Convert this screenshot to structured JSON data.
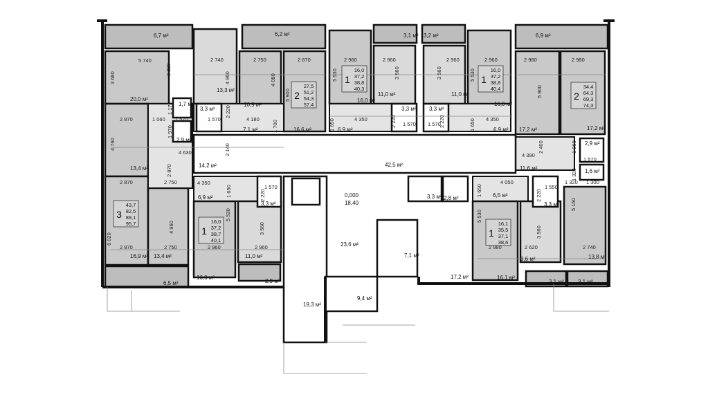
{
  "plan": {
    "level": {
      "elevation": "0,000",
      "height": "18,40"
    },
    "apartments": [
      {
        "rooms": "3",
        "values": [
          "43,7",
          "82,5",
          "89,1",
          "95,7"
        ]
      },
      {
        "rooms": "2",
        "values": [
          "27,5",
          "51,2",
          "54,3",
          "57,4"
        ]
      },
      {
        "rooms": "1",
        "values": [
          "16,0",
          "37,2",
          "38,8",
          "40,3"
        ]
      },
      {
        "rooms": "1",
        "values": [
          "16,0",
          "37,2",
          "38,8",
          "40,4"
        ]
      },
      {
        "rooms": "2",
        "values": [
          "34,4",
          "64,3",
          "69,3",
          "74,3"
        ]
      },
      {
        "rooms": "1",
        "values": [
          "16,0",
          "37,2",
          "38,7",
          "40,1"
        ]
      },
      {
        "rooms": "1",
        "values": [
          "16,1",
          "35,5",
          "37,1",
          "38,6"
        ]
      }
    ],
    "areas": [
      "6,7 м²",
      "20,0 м²",
      "1,7 м²",
      "2,9 м²",
      "13,4 м²",
      "14,2 м²",
      "13,4 м²",
      "16,9 м²",
      "6,5 м²",
      "6,2 м²",
      "13,3 м²",
      "10,9 м²",
      "3,3 м²",
      "7,1 м²",
      "16,6 м²",
      "3,1 м²",
      "16,0 м²",
      "11,0 м²",
      "3,3 м²",
      "6,9 м²",
      "3,2 м²",
      "3,3 м²",
      "11,0 м²",
      "16,0 м²",
      "6,9 м²",
      "6,9 м²",
      "17,2 м²",
      "17,2 м²",
      "2,9 м²",
      "11,6 м²",
      "1,6 м²",
      "42,5 м²",
      "6,9 м²",
      "3,3 м²",
      "16,0 м²",
      "11,0 м²",
      "2,9 м²",
      "23,6 м²",
      "19,3 м²",
      "9,4 м²",
      "7,1 м²",
      "3,3 м²",
      "2,8 м²",
      "17,2 м²",
      "6,5 м²",
      "3,3 м²",
      "16,1 м²",
      "9,6 м²",
      "3,1 м²",
      "3,1 м²",
      "13,8 м²"
    ],
    "dimensions": [
      "5 740",
      "3 220",
      "3 680",
      "2 870",
      "1 060",
      "1 570",
      "1 170",
      "1 970",
      "4 760",
      "4 630",
      "2 870",
      "2 870",
      "2 750",
      "6 020",
      "4 960",
      "2 870",
      "2 750",
      "2 740",
      "4 960",
      "2 750",
      "4 080",
      "2 870",
      "5 900",
      "2 220",
      "1 570",
      "4 180",
      "1 700",
      "2 140",
      "2 960",
      "5 530",
      "2 960",
      "3 560",
      "4 350",
      "1 650",
      "2 220",
      "1 570",
      "2 960",
      "3 560",
      "2 960",
      "5 530",
      "4 350",
      "1 650",
      "2 220",
      "1 570",
      "2 980",
      "5 900",
      "2 980",
      "2 400",
      "4 390",
      "1 960",
      "1 570",
      "1 300",
      "1 320",
      "1 320",
      "4 350",
      "1 650",
      "5 530",
      "2 960",
      "3 560",
      "2 960",
      "1 570",
      "2 220",
      "4 050",
      "1 650",
      "5 530",
      "2 980",
      "1 550",
      "2 220",
      "3 560",
      "2 620",
      "5 160",
      "2 740"
    ]
  }
}
